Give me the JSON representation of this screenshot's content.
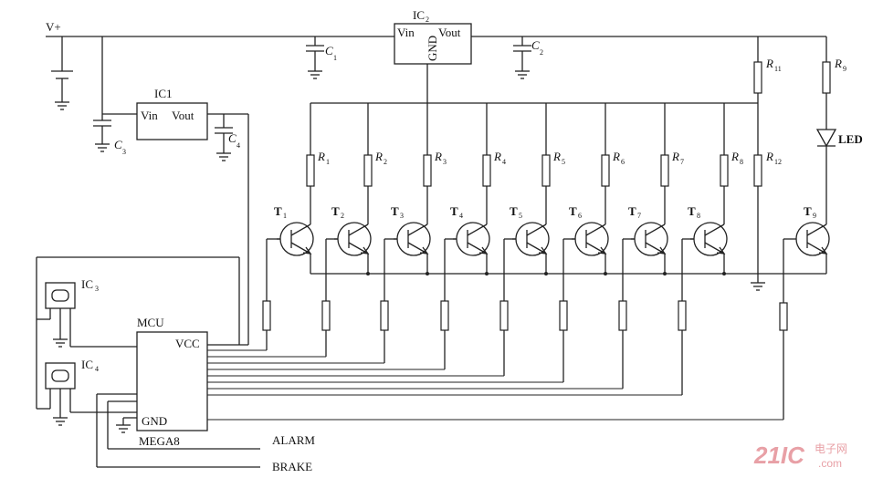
{
  "labels": {
    "vplus": "V+",
    "ic1": "IC1",
    "ic1_vin": "Vin",
    "ic1_vout": "Vout",
    "ic2": "IC",
    "ic2_sub": "2",
    "ic2_vin": "Vin",
    "ic2_vout": "Vout",
    "ic2_gnd": "GND",
    "ic3": "IC",
    "ic3_sub": "3",
    "ic4": "IC",
    "ic4_sub": "4",
    "mcu": "MCU",
    "vcc": "VCC",
    "gnd": "GND",
    "mega8": "MEGA8",
    "alarm": "ALARM",
    "brake": "BRAKE",
    "led": "LED"
  },
  "capacitors": [
    {
      "letter": "C",
      "sub": "1"
    },
    {
      "letter": "C",
      "sub": "2"
    },
    {
      "letter": "C",
      "sub": "3"
    },
    {
      "letter": "C",
      "sub": "4"
    }
  ],
  "resistors": [
    {
      "letter": "R",
      "sub": "1"
    },
    {
      "letter": "R",
      "sub": "2"
    },
    {
      "letter": "R",
      "sub": "3"
    },
    {
      "letter": "R",
      "sub": "4"
    },
    {
      "letter": "R",
      "sub": "5"
    },
    {
      "letter": "R",
      "sub": "6"
    },
    {
      "letter": "R",
      "sub": "7"
    },
    {
      "letter": "R",
      "sub": "8"
    },
    {
      "letter": "R",
      "sub": "9"
    },
    {
      "letter": "R",
      "sub": "11"
    },
    {
      "letter": "R",
      "sub": "12"
    }
  ],
  "transistors": [
    {
      "letter": "T",
      "sub": "1"
    },
    {
      "letter": "T",
      "sub": "2"
    },
    {
      "letter": "T",
      "sub": "3"
    },
    {
      "letter": "T",
      "sub": "4"
    },
    {
      "letter": "T",
      "sub": "5"
    },
    {
      "letter": "T",
      "sub": "6"
    },
    {
      "letter": "T",
      "sub": "7"
    },
    {
      "letter": "T",
      "sub": "8"
    },
    {
      "letter": "T",
      "sub": "9"
    }
  ],
  "watermark": {
    "logo": "21IC",
    "cn": "电子网",
    "domain": ".com"
  }
}
